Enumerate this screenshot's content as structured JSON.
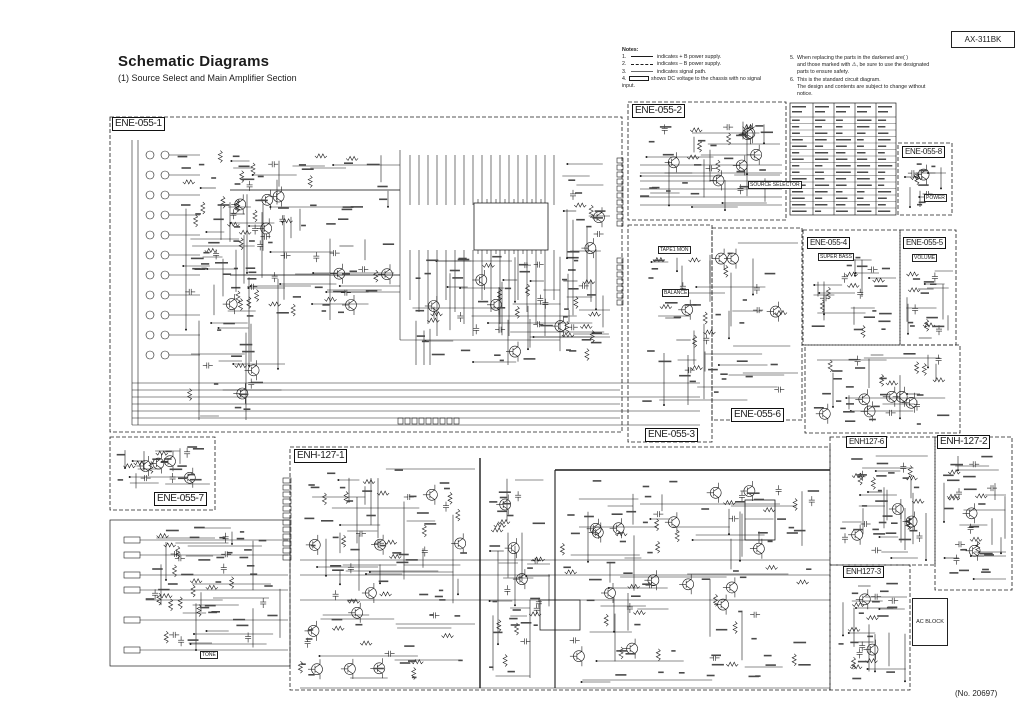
{
  "header": {
    "model": "AX-311BK",
    "title": "Schematic Diagrams",
    "subtitle": "(1) Source Select and Main Amplifier Section"
  },
  "notes": {
    "heading": "Notes:",
    "items": [
      {
        "num": "1.",
        "text": "indicates + B power supply."
      },
      {
        "num": "2.",
        "text": "indicates – B power supply."
      },
      {
        "num": "3.",
        "text": "indicates signal path."
      },
      {
        "num": "4.",
        "text": "shows DC voltage to the chassis with no signal",
        "continuation": "input."
      },
      {
        "num": "5.",
        "lines": [
          "When replacing the parts in the darkened are(        )",
          "and those marked with ⚠, be sure to use the designated",
          "parts to ensure safety."
        ]
      },
      {
        "num": "6.",
        "lines": [
          "This is the standard circuit diagram.",
          "The design and contents are subject to change without",
          "notice."
        ]
      }
    ]
  },
  "boards": [
    {
      "label": "ENE-055-1"
    },
    {
      "label": "ENE-055-2"
    },
    {
      "label": "ENE-055-8"
    },
    {
      "label": "ENE-055-4"
    },
    {
      "label": "ENE-055-5"
    },
    {
      "label": "ENE-055-6"
    },
    {
      "label": "ENE-055-3"
    },
    {
      "label": "ENE-055-7"
    },
    {
      "label": "ENH-127-1"
    },
    {
      "label": "ENH127-6"
    },
    {
      "label": "ENH-127-2"
    },
    {
      "label": "ENH127-3"
    }
  ],
  "section_labels": {
    "tape_mon": "TAPE1 MON",
    "balance": "BALANCE",
    "super_bass": "SUPER BASS",
    "volume": "VOLUME",
    "source_selector": "SOURCE SELECTOR",
    "power": "POWER",
    "tone": "TONE",
    "ac_block": "AC BLOCK"
  },
  "footer": {
    "doc_number": "(No. 20697)"
  },
  "colors": {
    "ink": "#1c1c1c",
    "paper": "#ffffff",
    "signal_path": "#6b6b6b"
  }
}
